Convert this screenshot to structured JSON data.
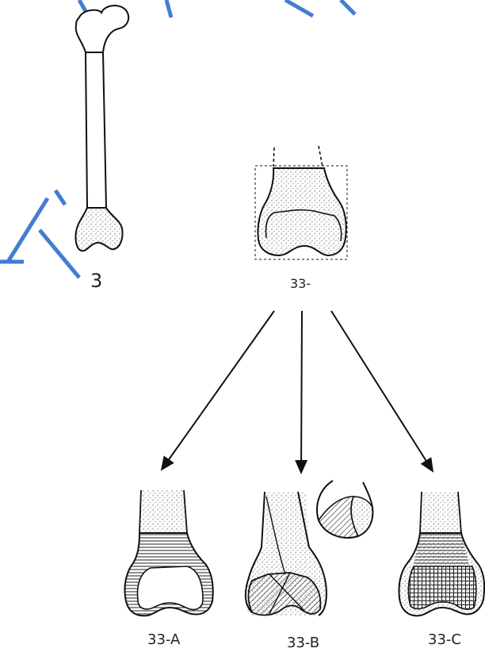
{
  "labels": {
    "femur": "3",
    "region": "33-",
    "type_a": "33-A",
    "type_b": "33-B",
    "type_c": "33-C"
  },
  "colors": {
    "ink": "#111111",
    "stipple": "#8a8a8a",
    "watermark": "#2f6fd0"
  }
}
